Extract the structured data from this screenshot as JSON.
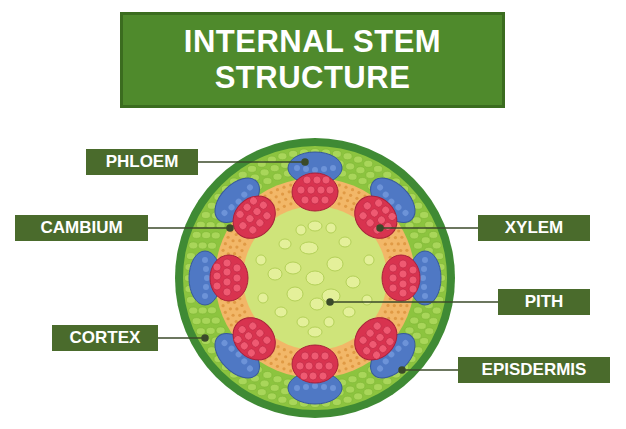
{
  "diagram": {
    "title": "INTERNAL STEM STRUCTURE",
    "nodes": [
      {
        "text": [
          "PHLOEM"
        ]
      },
      {
        "text": [
          "CAMBIUM"
        ]
      },
      {
        "text": [
          "XYLEM"
        ]
      },
      {
        "text": [
          "PITH"
        ]
      },
      {
        "text": [
          "CORTEX"
        ]
      },
      {
        "text": [
          "EPISDERMIS"
        ]
      }
    ]
  }
}
